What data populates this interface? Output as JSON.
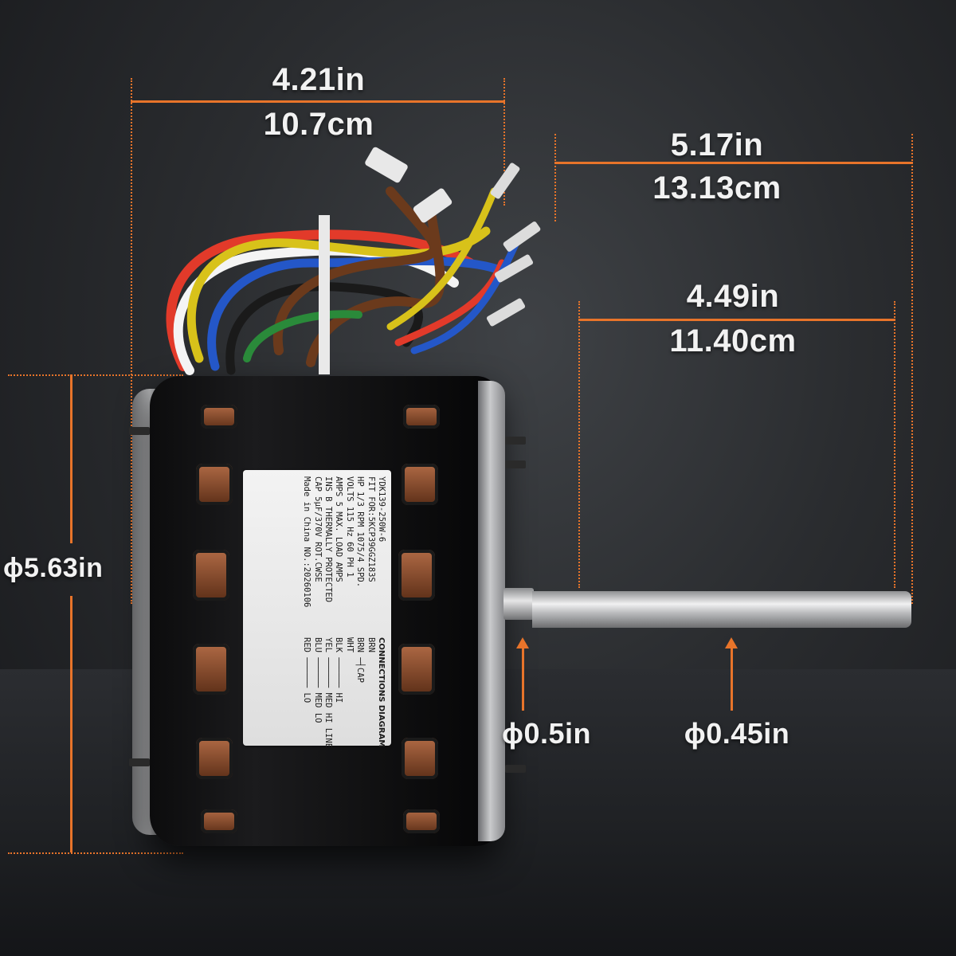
{
  "dimensions": {
    "width": {
      "in": "4.21in",
      "cm": "10.7cm"
    },
    "height_with_shaft": {
      "in": "5.17in",
      "cm": "13.13cm"
    },
    "shaft_length": {
      "in": "4.49in",
      "cm": "11.40cm"
    },
    "diameter": "ϕ5.63in",
    "shaft_collar_diameter": "ϕ0.5in",
    "shaft_diameter": "ϕ0.45in"
  },
  "nameplate": {
    "lines": [
      "YDK139-250W-6",
      "FIT FOR:5KCP39GGZ183S",
      "HP 1/3    RPM 1075/4 SPD.",
      "VOLTS 115    Hz 60   PH 1",
      "AMPS 5       MAX. LOAD AMPS",
      "INS B     THERMALLY PROTECTED",
      "CAP 5μF/370V    ROT.CWSE",
      "Made in China   NO.:20260106"
    ],
    "connections_title": "CONNECTIONS DIAGRAM",
    "connections": [
      "BRN",
      "BRN ─┤CAP",
      "WHT",
      "BLK ────── HI",
      "YEL ────── MED HI LINE",
      "BLU ────── MED LO",
      "RED ────── LO"
    ]
  },
  "colors": {
    "accent": "#e8742a",
    "wire_colors": [
      "#d8c21a",
      "#e23a2a",
      "#ffffff",
      "#2457c8",
      "#6b3a1c",
      "#1a1a1a",
      "#2a8a3a"
    ]
  }
}
